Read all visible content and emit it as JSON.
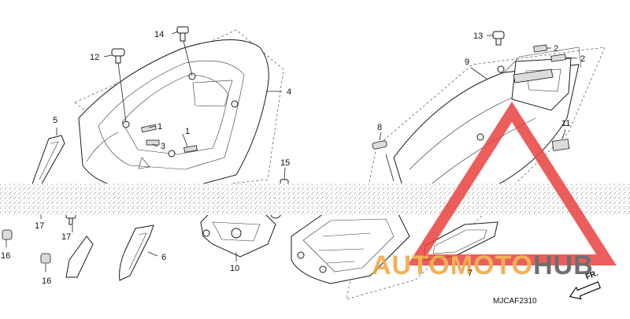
{
  "diagram_code": "MJCAF2310",
  "direction_label": "FR.",
  "watermark": {
    "word_a": "AUTO",
    "word_b": "MOTO",
    "word_c": "HUB",
    "colors": {
      "triangle": "#e8423f",
      "auto": "#f2a33a",
      "moto": "#f2a33a",
      "hub": "#555555"
    }
  },
  "callouts": {
    "c14": "14",
    "c12": "12",
    "c4": "4",
    "c5": "5",
    "c1a": "1",
    "c1b": "1",
    "c3": "3",
    "c15": "15",
    "c13": "13",
    "c9": "9",
    "c2a": "2",
    "c2b": "2",
    "c8": "8",
    "c11": "11",
    "c7": "7",
    "c17a": "17",
    "c17b": "17",
    "c16a": "16",
    "c16b": "16",
    "c6": "6",
    "c10": "10"
  }
}
